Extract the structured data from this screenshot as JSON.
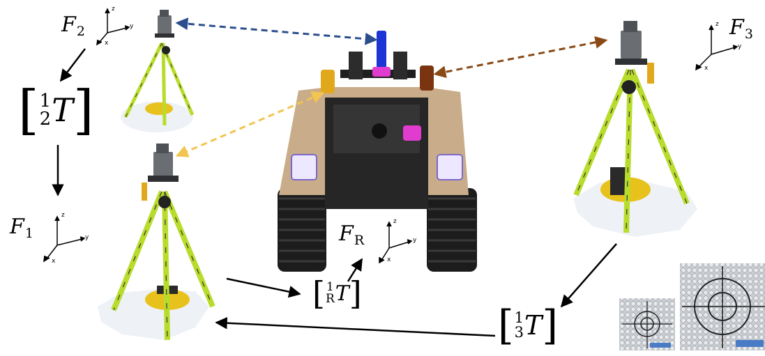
{
  "frames": {
    "f2": {
      "symbol": "F",
      "sub": "2",
      "axes": {
        "z": "z",
        "y": "y",
        "x": "x"
      }
    },
    "f1": {
      "symbol": "F",
      "sub": "1",
      "axes": {
        "z": "z",
        "y": "y",
        "x": "x"
      }
    },
    "f3": {
      "symbol": "F",
      "sub": "3",
      "axes": {
        "z": "z",
        "y": "y",
        "x": "x"
      }
    },
    "fr": {
      "symbol": "F",
      "sub": "R",
      "axes": {
        "z": "z",
        "y": "y",
        "x": "x"
      }
    }
  },
  "transforms": {
    "t21": {
      "sup": "1",
      "sub": "2",
      "T": "T"
    },
    "t1r": {
      "sup": "1",
      "sub": "R",
      "T": "T"
    },
    "t31": {
      "sup": "1",
      "sub": "3",
      "T": "T"
    }
  },
  "colors": {
    "blue_link": "#2b4f8e",
    "brown_link": "#8a4a16",
    "yellow_link": "#f2c450",
    "tripod_leg": "#b8dc2c",
    "instrument": "#6a6e73",
    "robot_tan": "#c9ad8a",
    "track": "#1c1c1c",
    "snow": "#eef1f6",
    "prism_blue": "#1d35d4",
    "prism_yellow": "#e2a81c",
    "prism_brown": "#7b3410",
    "prism_magenta": "#e03ccf"
  },
  "icons": {
    "total_station": "total-station-icon",
    "robot": "tracked-robot-icon",
    "target": "reflective-target-icon"
  }
}
